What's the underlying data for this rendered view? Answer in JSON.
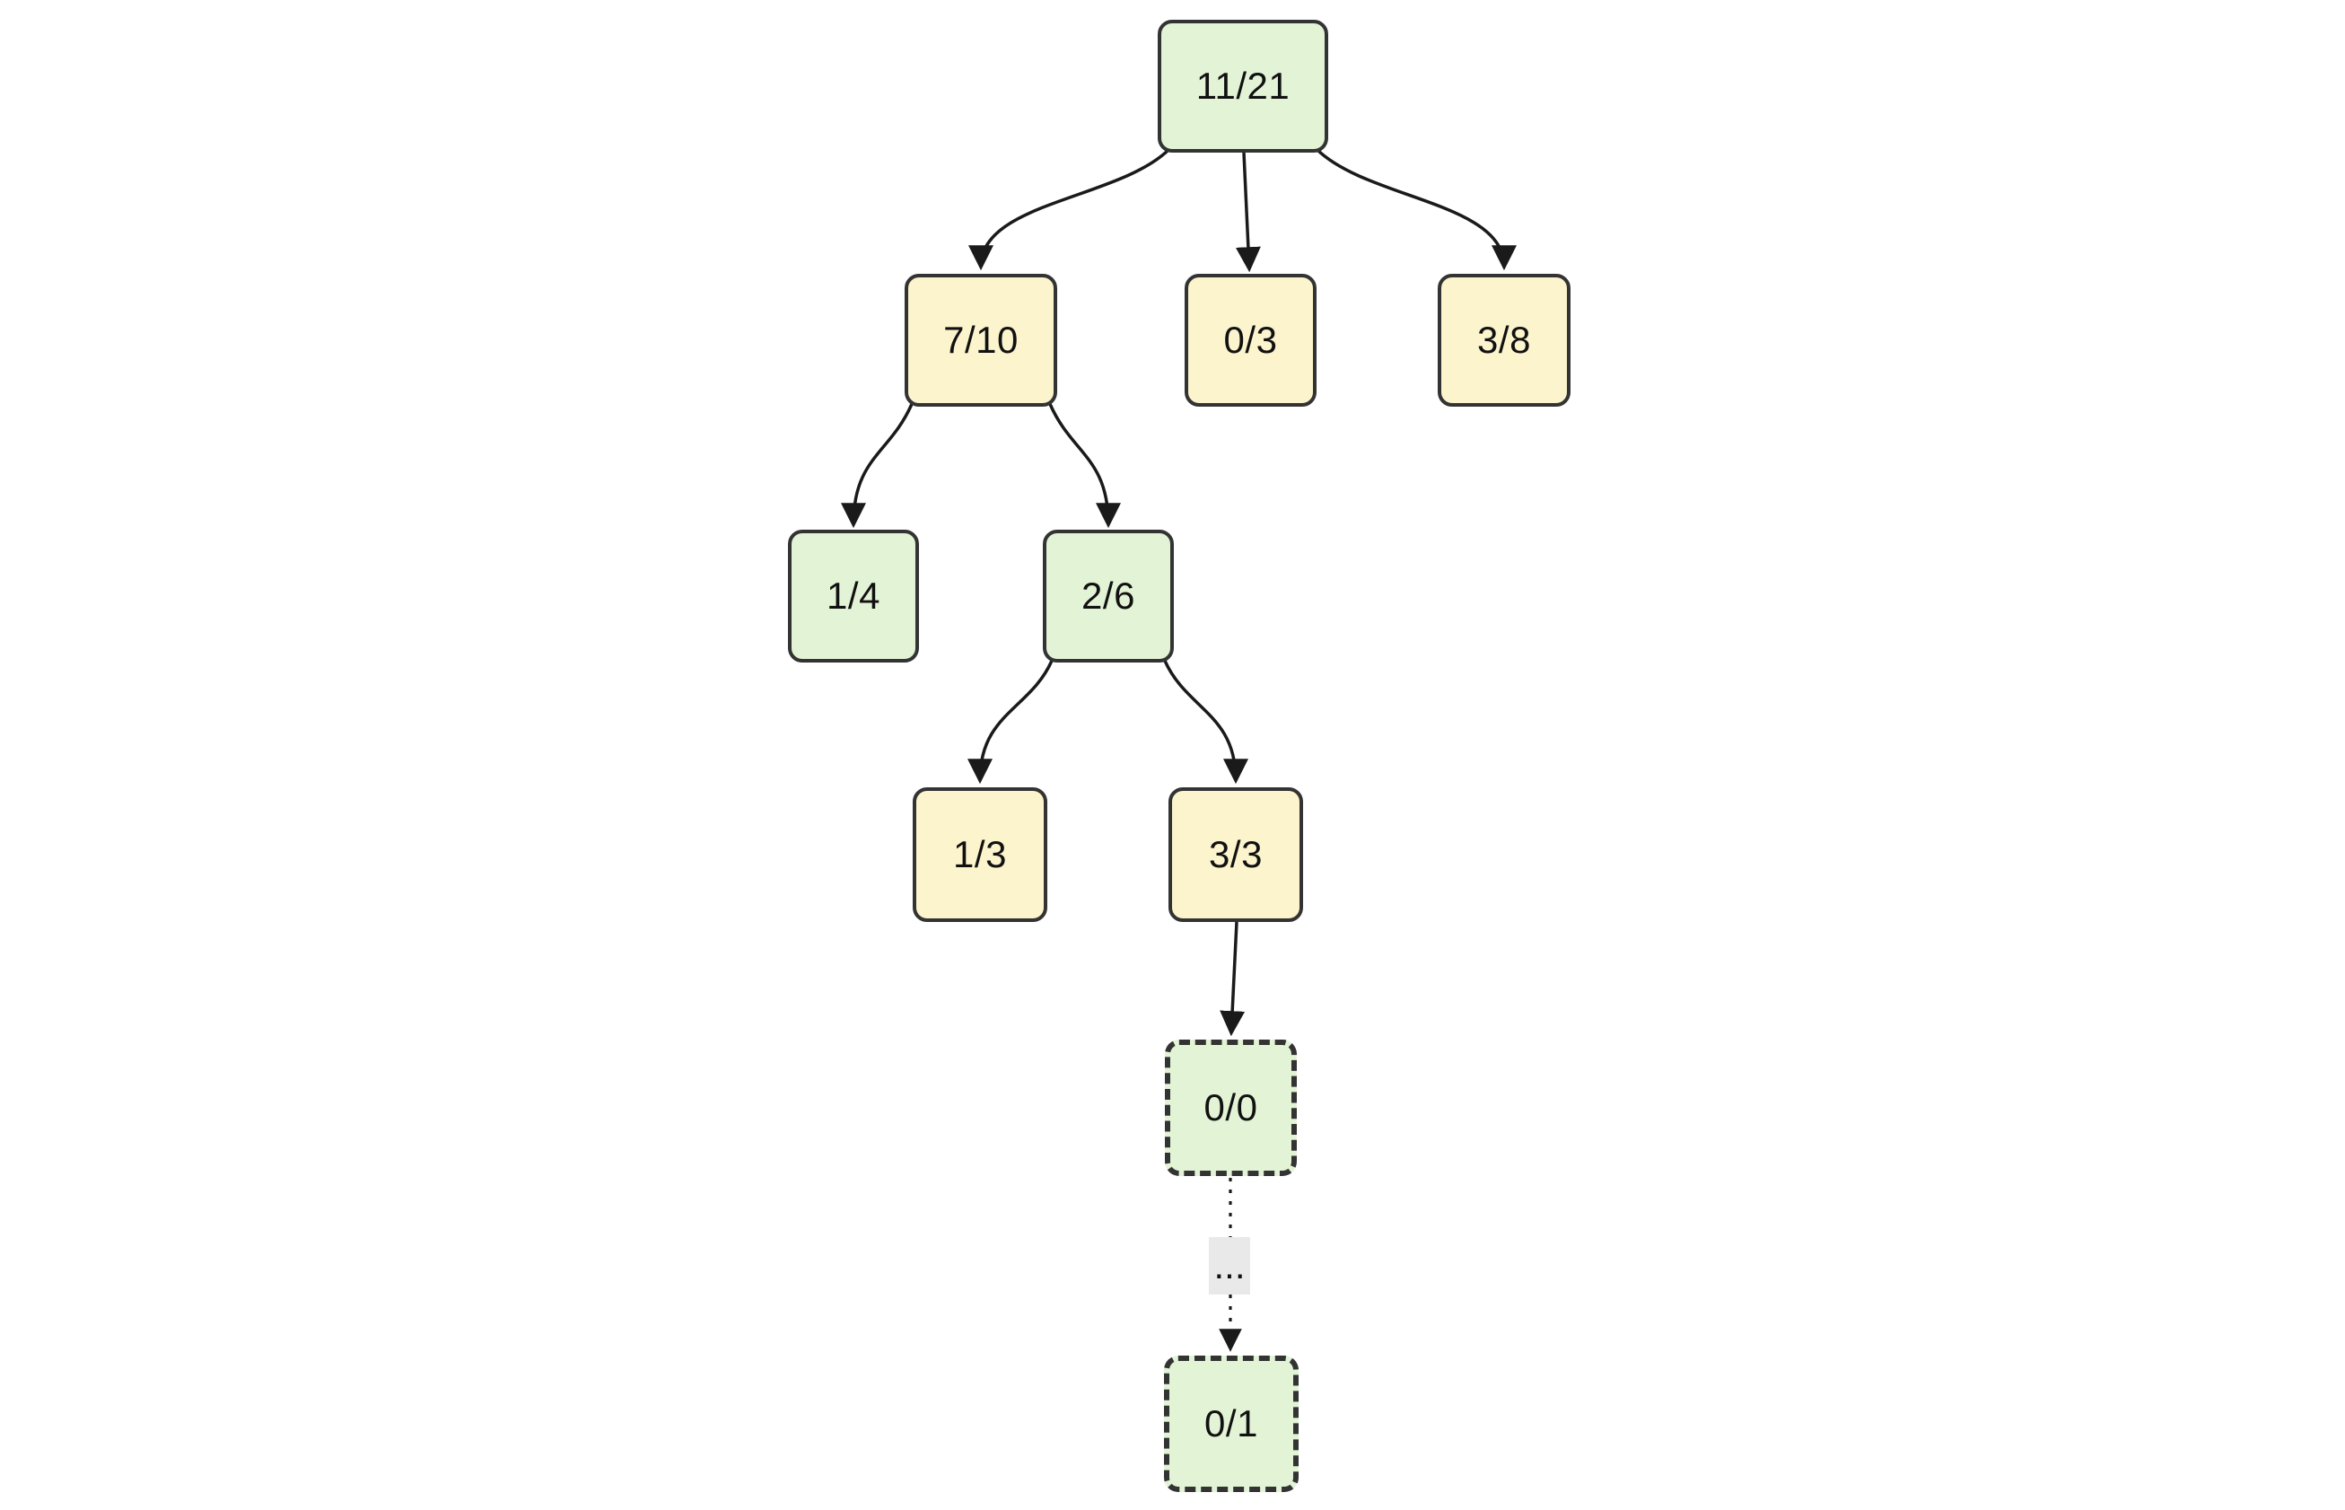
{
  "diagram": {
    "type": "tree",
    "colors": {
      "green_fill": "#e3f4d6",
      "yellow_fill": "#fbf4cc",
      "node_border": "#333333",
      "edge_stroke": "#1a1a1a",
      "edge_label_bg": "#e9e9e9",
      "text": "#111111",
      "background": "#ffffff"
    },
    "nodes": [
      {
        "id": "root",
        "label": "11/21",
        "style": "green",
        "border": "solid"
      },
      {
        "id": "n7_10",
        "label": "7/10",
        "style": "yellow",
        "border": "solid"
      },
      {
        "id": "n0_3",
        "label": "0/3",
        "style": "yellow",
        "border": "solid"
      },
      {
        "id": "n3_8",
        "label": "3/8",
        "style": "yellow",
        "border": "solid"
      },
      {
        "id": "n1_4",
        "label": "1/4",
        "style": "green",
        "border": "solid"
      },
      {
        "id": "n2_6",
        "label": "2/6",
        "style": "green",
        "border": "solid"
      },
      {
        "id": "n1_3",
        "label": "1/3",
        "style": "yellow",
        "border": "solid"
      },
      {
        "id": "n3_3",
        "label": "3/3",
        "style": "yellow",
        "border": "solid"
      },
      {
        "id": "n0_0",
        "label": "0/0",
        "style": "green",
        "border": "dashed"
      },
      {
        "id": "n0_1",
        "label": "0/1",
        "style": "green",
        "border": "dashed"
      }
    ],
    "edges": [
      {
        "from": "11/21",
        "to": "7/10",
        "style": "solid",
        "label": ""
      },
      {
        "from": "11/21",
        "to": "0/3",
        "style": "solid",
        "label": ""
      },
      {
        "from": "11/21",
        "to": "3/8",
        "style": "solid",
        "label": ""
      },
      {
        "from": "7/10",
        "to": "1/4",
        "style": "solid",
        "label": ""
      },
      {
        "from": "7/10",
        "to": "2/6",
        "style": "solid",
        "label": ""
      },
      {
        "from": "2/6",
        "to": "1/3",
        "style": "solid",
        "label": ""
      },
      {
        "from": "2/6",
        "to": "3/3",
        "style": "solid",
        "label": ""
      },
      {
        "from": "3/3",
        "to": "0/0",
        "style": "solid",
        "label": ""
      },
      {
        "from": "0/0",
        "to": "0/1",
        "style": "dotted",
        "label": "..."
      }
    ]
  }
}
